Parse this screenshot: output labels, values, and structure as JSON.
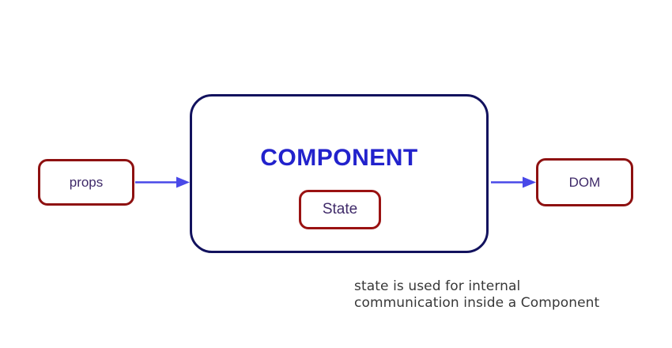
{
  "diagram": {
    "props_box": {
      "label": "props"
    },
    "component_box": {
      "title": "COMPONENT"
    },
    "state_box": {
      "label": "State"
    },
    "dom_box": {
      "label": "DOM"
    },
    "caption": {
      "line1": "state is used for internal",
      "line2": "communication inside a Component"
    },
    "arrows": [
      {
        "name": "props-to-component",
        "direction": "right"
      },
      {
        "name": "component-to-dom",
        "direction": "right"
      }
    ],
    "colors": {
      "red_box_border": "#8e1111",
      "state_box_border": "#9a1212",
      "navy_box_border": "#12125e",
      "component_title_blue": "#2222cc",
      "label_purple": "#3f2a69",
      "arrow_blue": "#4949e8",
      "caption_gray": "#383838",
      "background": "#ffffff"
    }
  }
}
